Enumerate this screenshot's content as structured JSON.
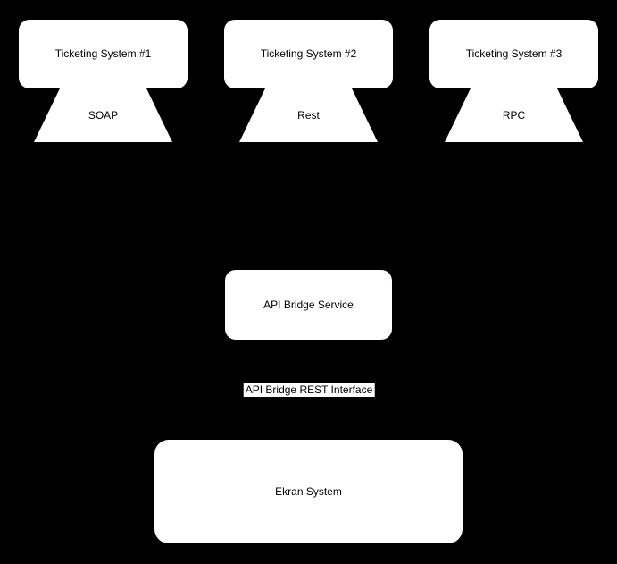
{
  "diagram": {
    "colors": {
      "background": "#000000",
      "shape_fill": "#ffffff",
      "text": "#000000"
    },
    "nodes": {
      "ticketing1": {
        "label": "Ticketing System #1",
        "shape": "rounded-rectangle"
      },
      "ticketing2": {
        "label": "Ticketing System #2",
        "shape": "rounded-rectangle"
      },
      "ticketing3": {
        "label": "Ticketing System #3",
        "shape": "rounded-rectangle"
      },
      "protocol1": {
        "label": "SOAP",
        "shape": "trapezoid"
      },
      "protocol2": {
        "label": "Rest",
        "shape": "trapezoid"
      },
      "protocol3": {
        "label": "RPC",
        "shape": "trapezoid"
      },
      "api_bridge": {
        "label": "API Bridge Service",
        "shape": "rounded-rectangle"
      },
      "ekran": {
        "label": "Ekran System",
        "shape": "rounded-rectangle"
      }
    },
    "edge_label": {
      "label": "API Bridge REST Interface"
    }
  }
}
